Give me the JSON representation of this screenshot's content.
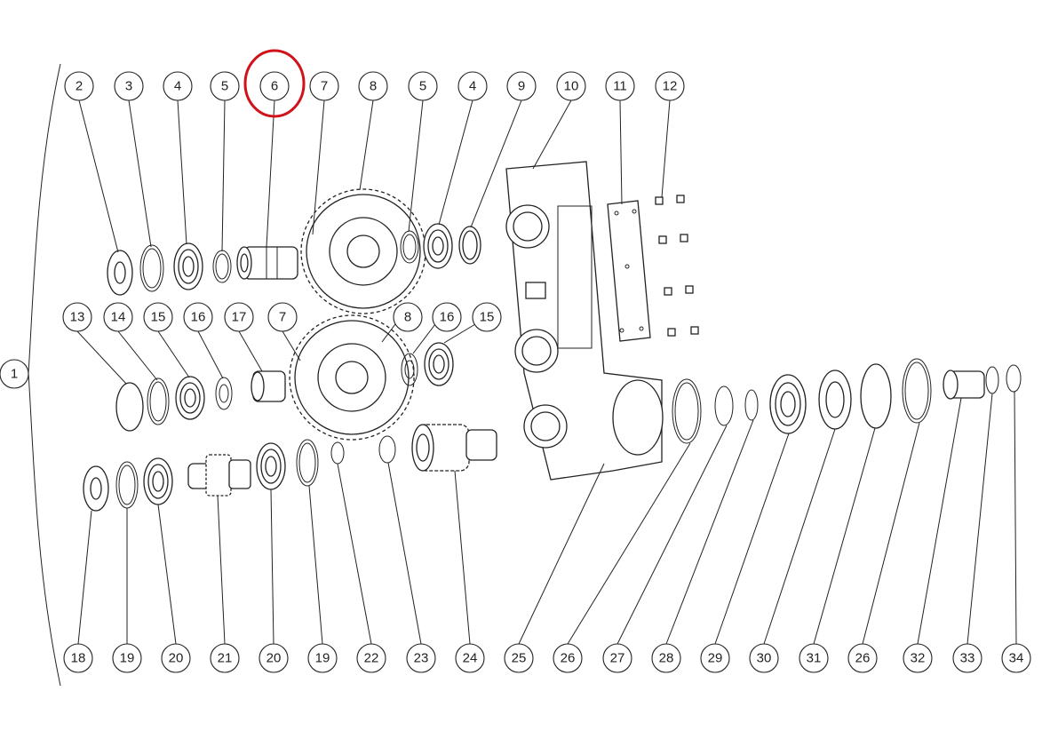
{
  "parts_top_row": [
    "2",
    "3",
    "4",
    "5",
    "6",
    "7",
    "8",
    "5",
    "4",
    "9",
    "10",
    "11",
    "12"
  ],
  "parts_middle_row": [
    "13",
    "14",
    "15",
    "16",
    "17",
    "7",
    "8",
    "16",
    "15"
  ],
  "parts_bottom_row": [
    "18",
    "19",
    "20",
    "21",
    "20",
    "19",
    "22",
    "23",
    "24",
    "25",
    "26",
    "27",
    "28",
    "29",
    "30",
    "31",
    "26",
    "32",
    "33",
    "34"
  ],
  "assembly_label": "1",
  "highlighted_part": "6",
  "highlight_color": "#d0121b"
}
